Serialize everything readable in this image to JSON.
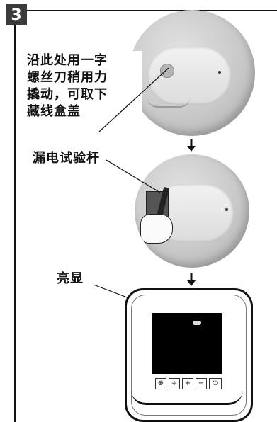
{
  "step": {
    "number": "3"
  },
  "annotations": {
    "remove_cover_lines": [
      "沿此处用一字",
      "螺丝刀稍用力",
      "撬动，可取下",
      "藏线盒盖"
    ],
    "leakage_pen": "漏电试验杆",
    "lights_on": "亮显"
  },
  "panel": {
    "keys": [
      "⊕",
      "≑",
      "+",
      "−",
      "⏻"
    ]
  },
  "colors": {
    "badge": "#3b3b3b",
    "screen": "#000000"
  }
}
